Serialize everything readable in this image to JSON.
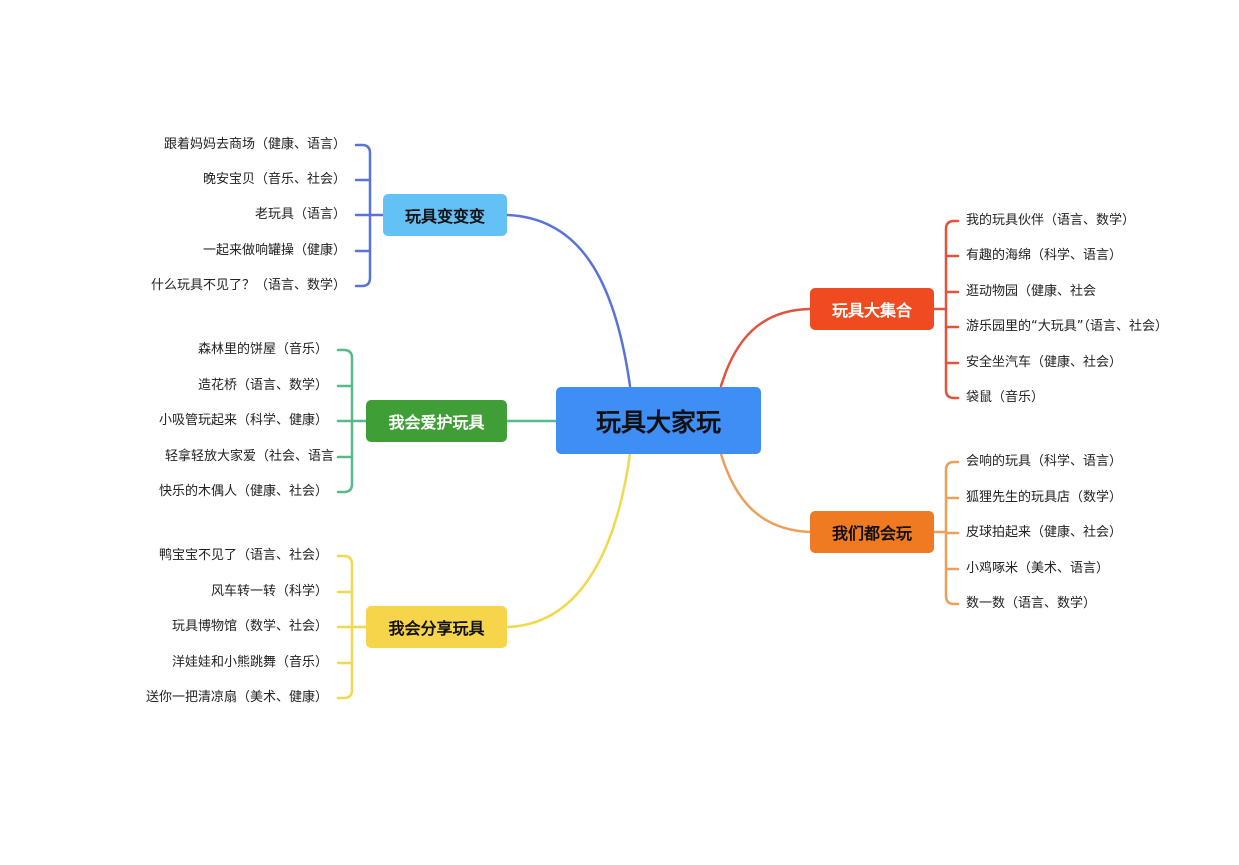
{
  "center": {
    "label": "玩具大家玩",
    "color": "#3f8ef5",
    "text_color": "#111111"
  },
  "branches": [
    {
      "id": "b1",
      "side": "left",
      "label": "玩具变变变",
      "fill": "#64c1f5",
      "line": "#5a73d8",
      "text_color": "#111111",
      "items": [
        "跟着妈妈去商场（健康、语言）",
        "晚安宝贝（音乐、社会）",
        "老玩具（语言）",
        "一起来做响罐操（健康）",
        "什么玩具不见了？（语言、数学）"
      ]
    },
    {
      "id": "b2",
      "side": "left",
      "label": "我会爱护玩具",
      "fill": "#3f9e35",
      "line": "#58b98a",
      "text_color": "#ffffff",
      "items": [
        "森林里的饼屋（音乐）",
        "造花桥（语言、数学）",
        "小吸管玩起来（科学、健康）",
        "轻拿轻放大家爱（社会、语言",
        "快乐的木偶人（健康、社会）"
      ]
    },
    {
      "id": "b3",
      "side": "left",
      "label": "我会分享玩具",
      "fill": "#f7d54a",
      "line": "#f0d84f",
      "text_color": "#111111",
      "items": [
        "鸭宝宝不见了（语言、社会）",
        "风车转一转（科学）",
        "玩具博物馆（数学、社会）",
        "洋娃娃和小熊跳舞（音乐）",
        "送你一把清凉扇（美术、健康）"
      ]
    },
    {
      "id": "b4",
      "side": "right",
      "label": "玩具大集合",
      "fill": "#f04a20",
      "line": "#e0533f",
      "text_color": "#ffffff",
      "items": [
        "我的玩具伙伴（语言、数学）",
        "有趣的海绵（科学、语言）",
        "逛动物园（健康、社会",
        "游乐园里的“大玩具”（语言、社会）",
        "安全坐汽车（健康、社会）",
        "袋鼠（音乐）"
      ]
    },
    {
      "id": "b5",
      "side": "right",
      "label": "我们都会玩",
      "fill": "#f07a22",
      "line": "#eba05a",
      "text_color": "#111111",
      "items": [
        "会响的玩具（科学、语言）",
        "狐狸先生的玩具店（数学）",
        "皮球拍起来（健康、社会）",
        "小鸡啄米（美术、语言）",
        "数一数（语言、数学）"
      ]
    }
  ]
}
